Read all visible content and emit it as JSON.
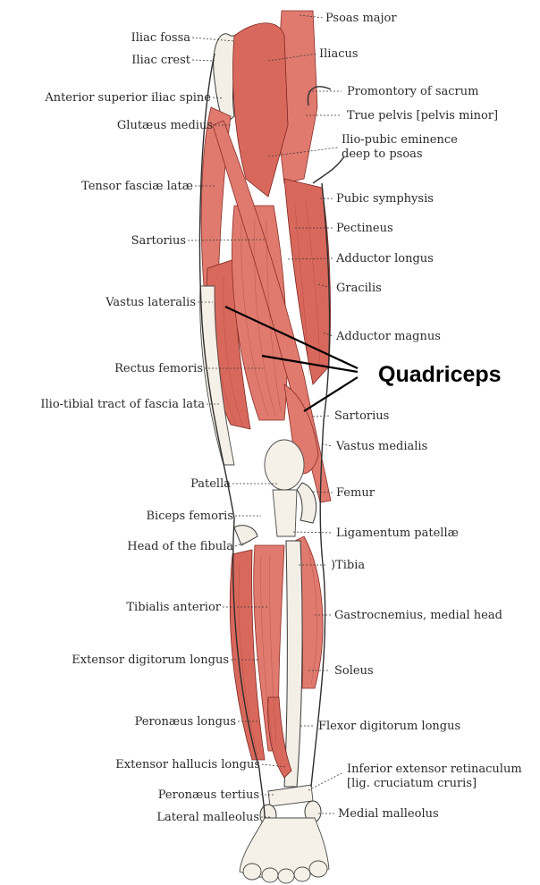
{
  "labels_left": [
    {
      "id": "iliac-fossa",
      "text": "Iliac fossa"
    },
    {
      "id": "iliac-crest",
      "text": "Iliac crest"
    },
    {
      "id": "asis",
      "text": "Anterior superior iliac spine"
    },
    {
      "id": "gluteus-medius",
      "text": "Glutæus medius"
    },
    {
      "id": "tensor-fasciae-latae",
      "text": "Tensor fasciæ latæ"
    },
    {
      "id": "sartorius-upper",
      "text": "Sartorius"
    },
    {
      "id": "vastus-lateralis",
      "text": "Vastus lateralis"
    },
    {
      "id": "rectus-femoris",
      "text": "Rectus femoris"
    },
    {
      "id": "iliotibial-tract",
      "text": "Ilio-tibial tract of fascia lata"
    },
    {
      "id": "patella",
      "text": "Patella"
    },
    {
      "id": "biceps-femoris",
      "text": "Biceps femoris"
    },
    {
      "id": "head-of-fibula",
      "text": "Head of the fibula"
    },
    {
      "id": "tibialis-anterior",
      "text": "Tibialis anterior"
    },
    {
      "id": "extensor-digitorum-longus",
      "text": "Extensor digitorum longus"
    },
    {
      "id": "peronaeus-longus",
      "text": "Peronæus longus"
    },
    {
      "id": "extensor-hallucis-longus",
      "text": "Extensor hallucis longus"
    },
    {
      "id": "peronaeus-tertius",
      "text": "Peronæus tertius"
    },
    {
      "id": "lateral-malleolus",
      "text": "Lateral malleolus"
    }
  ],
  "labels_right": [
    {
      "id": "psoas-major",
      "text": "Psoas major"
    },
    {
      "id": "iliacus",
      "text": "Iliacus"
    },
    {
      "id": "promontory-of-sacrum",
      "text": "Promontory of sacrum"
    },
    {
      "id": "true-pelvis",
      "text": "True pelvis [pelvis minor]"
    },
    {
      "id": "ilio-pubic-eminence-1",
      "text": "Ilio-pubic eminence"
    },
    {
      "id": "ilio-pubic-eminence-2",
      "text": "deep to psoas"
    },
    {
      "id": "pubic-symphysis",
      "text": "Pubic symphysis"
    },
    {
      "id": "pectineus",
      "text": "Pectineus"
    },
    {
      "id": "adductor-longus",
      "text": "Adductor longus"
    },
    {
      "id": "gracilis",
      "text": "Gracilis"
    },
    {
      "id": "adductor-magnus",
      "text": "Adductor magnus"
    },
    {
      "id": "sartorius-lower",
      "text": "Sartorius"
    },
    {
      "id": "vastus-medialis",
      "text": "Vastus medialis"
    },
    {
      "id": "femur",
      "text": "Femur"
    },
    {
      "id": "ligamentum-patellae",
      "text": "Ligamentum patellæ"
    },
    {
      "id": "tibia",
      "text": ")Tibia"
    },
    {
      "id": "gastrocnemius",
      "text": "Gastrocnemius, medial head"
    },
    {
      "id": "soleus",
      "text": "Soleus"
    },
    {
      "id": "flexor-digitorum-longus",
      "text": "Flexor digitorum longus"
    },
    {
      "id": "inferior-extensor-retinaculum-1",
      "text": "Inferior extensor retinaculum"
    },
    {
      "id": "inferior-extensor-retinaculum-2",
      "text": "[lig. cruciatum cruris]"
    },
    {
      "id": "medial-malleolus",
      "text": "Medial malleolus"
    }
  ],
  "callout": {
    "text": "Quadriceps"
  },
  "colors": {
    "muscle": "#e07a6e",
    "muscle_dark": "#d9685c",
    "bone": "#f3efe6",
    "ink": "#2a2a2a"
  }
}
